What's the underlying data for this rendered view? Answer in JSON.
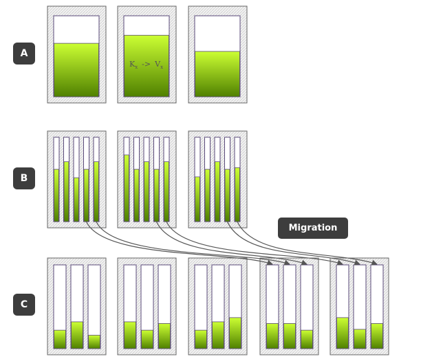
{
  "rows": [
    {
      "label": "A"
    },
    {
      "label": "B"
    },
    {
      "label": "C"
    }
  ],
  "migration_label": "Migration",
  "kv_text": {
    "k": "K",
    "sub_k": "x",
    "arrow": "->",
    "v": "V",
    "sub_v": "x"
  },
  "colors": {
    "fill_top": "#ccff33",
    "fill_bottom": "#4f8000",
    "border": "#5a4a7a",
    "label_bg": "#3d3d3d",
    "arrow": "#555555"
  },
  "levels": {
    "A": [
      0.66,
      0.76,
      0.56
    ],
    "B": [
      [
        0.62,
        0.71,
        0.52,
        0.62,
        0.71
      ],
      [
        0.79,
        0.62,
        0.71,
        0.62,
        0.71
      ],
      [
        0.53,
        0.62,
        0.71,
        0.62,
        0.64
      ]
    ],
    "C": [
      [
        0.22,
        0.32,
        0.16
      ],
      [
        0.32,
        0.22,
        0.3
      ],
      [
        0.22,
        0.32,
        0.37
      ],
      [
        0.3,
        0.3,
        0.22
      ],
      [
        0.37,
        0.23,
        0.3
      ]
    ]
  },
  "migrations": [
    {
      "from_box": 0,
      "from_bar": 3,
      "to_box": 3,
      "to_bar": 0
    },
    {
      "from_box": 0,
      "from_bar": 4,
      "to_box": 3,
      "to_bar": 1
    },
    {
      "from_box": 1,
      "from_bar": 3,
      "to_box": 3,
      "to_bar": 2
    },
    {
      "from_box": 1,
      "from_bar": 4,
      "to_box": 4,
      "to_bar": 0
    },
    {
      "from_box": 2,
      "from_bar": 3,
      "to_box": 4,
      "to_bar": 1
    },
    {
      "from_box": 2,
      "from_bar": 4,
      "to_box": 4,
      "to_bar": 2
    }
  ]
}
